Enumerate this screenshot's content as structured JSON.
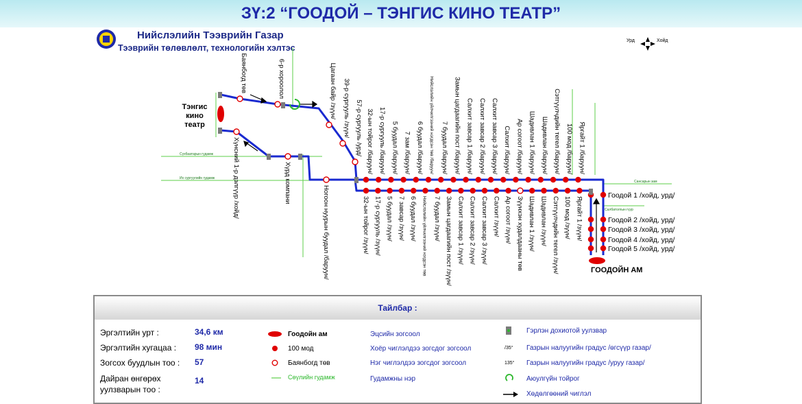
{
  "title": "ЗҮ:2 “ГООДОЙ – ТЭНГИС КИНО ТЕАТР”",
  "org": {
    "name": "Нийслэлийн Тээврийн Газар",
    "department": "Тээврийн төлөвлөлт, технологийн хэлтэс"
  },
  "compass": {
    "west": "Урд",
    "east": "Хойд"
  },
  "terminals": {
    "start": "Тэнгис кино театр",
    "end": "ГООДОЙН АМ"
  },
  "stops_top": [
    "Баянбогд төв",
    "6-р хороолол",
    "Цагаан байр /зүүн/",
    "39-р сургууль /зүүн/",
    "57-р сургууль /урд/",
    "32-ын тойрог /баруун/",
    "17-р сургууль /баруун/",
    "5 буудал /баруун/",
    "7 зам /баруун/",
    "6 буудал /баруун/",
    "Нийслэлийн үйлчилгээний нэгдсэн төв /баруун/",
    "7 буудал /баруун/",
    "Замын цагдаагийн пост /баруун/",
    "Салхит завсар 1 /баруун/",
    "Салхит завсар 2 /баруун/",
    "Салхит завсар 3 /баруун/",
    "Салхит /баруун/",
    "Ар согоот /баруун/",
    "Шадивлан 1 /баруун/",
    "Шадивлан /баруун/",
    "Сэтгүүлчдийн тегел /баруун/",
    "100 мод /баруун/",
    "Яргайт 1 /баруун/"
  ],
  "stops_bottom": [
    "Хүнсний 1-р дэлгүүр /хойд/",
    "Хүрд компани",
    "Ногоон нуурын буудал /баруун/",
    "32-ын тойрог /зүүн/",
    "17-р сургууль /зүүн/",
    "5 буудал /зүүн/",
    "7 завсар /зүүн/",
    "6 буудал /зүүн/",
    "Нийслэлийн үйлчилгээний нэгдсэн төв",
    "7 буудал /зүүн/",
    "Замын цагдаагийн пост /зүүн/",
    "Салхит завсар 1 /зүүн/",
    "Салхит завсар 2 /зүүн/",
    "Салхит завсар 3 /зүүн/",
    "Салхит /зүүн/",
    "Ар согоот /зүүн/",
    "Зүүнхэн худалдааны төв",
    "Шадивлан 1 /зүүн/",
    "Шадивлан /зүүн/",
    "Сэтгүүлчдийн тегел /зүүн/",
    "100 мод /зүүн/",
    "Яргайт 1 /зүүн/"
  ],
  "stops_right": [
    "Гоодой 1 /хойд, урд/",
    "Гоодой 2 /хойд, урд/",
    "Гоодой 3 /хойд, урд/",
    "Гоодой 4 /хойд, урд/",
    "Гоодой 5 /хойд, урд/"
  ],
  "streets": {
    "sukhbaatar": "Сүхбаатарын гудамж",
    "iskh": "Их сургуулийн гудамж",
    "sansar": "Сансарын зам",
    "salbatolgoi": "Салбатолгын гүүр"
  },
  "legend": {
    "header": "Тайлбар :",
    "stats": [
      {
        "label": "Эргэлтийн урт :",
        "value": "34,6 км"
      },
      {
        "label": "Эргэлтийн хугацаа :",
        "value": "98 мин"
      },
      {
        "label": "Зогсох буудлын тоо :",
        "value": "57"
      },
      {
        "label": "Дайран өнгөрөх уулзварын тоо :",
        "value": "14"
      }
    ],
    "items": {
      "end_stop": "Гоодойн ам",
      "stop_100": "100 мод",
      "stop_bayanbogd": "Баянбогд төв",
      "main_street": "Сөүлийн гудамж",
      "final_stop": "Эцсийн зогсоол",
      "both_dir": "Хоёр чиглэлдээ зогсдог зогсоол",
      "one_dir": "Нэг чиглэлдээ зогсдог зогсоол",
      "street_name": "Гудамжны нэр",
      "traffic_light": "Гэрлэн дохиотой уулзвар",
      "grade_up_sym": "/35°",
      "grade_up": "Газрын налуугийн градус /өгсүүр газар/",
      "grade_down_sym": "135°",
      "grade_down": "Газрын налуугийн градус /уруу газар/",
      "roundabout": "Аюулгүйн тойрог",
      "direction": "Хөдөлгөөний чиглэл"
    }
  },
  "colors": {
    "route": "#1a2ad0",
    "stop": "#e00000",
    "street": "#5ecf4a",
    "title": "#1f2aa8"
  }
}
